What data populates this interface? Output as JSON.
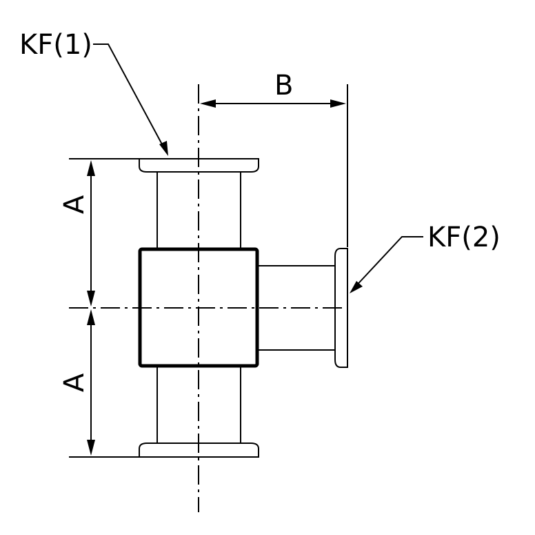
{
  "labels": {
    "kf1": "KF(1)",
    "kf2": "KF(2)",
    "dim_a_upper": "A",
    "dim_a_lower": "A",
    "dim_b": "B"
  },
  "colors": {
    "line": "#000000",
    "background": "#ffffff"
  }
}
